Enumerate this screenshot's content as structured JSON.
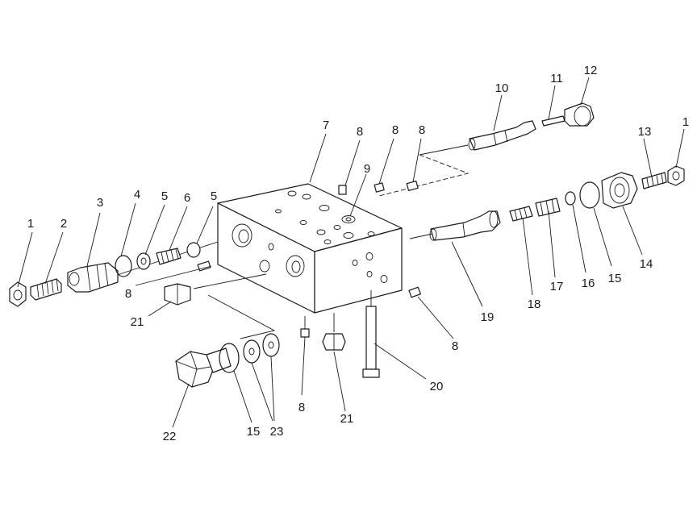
{
  "diagram": {
    "labels": [
      {
        "id": "1",
        "text": "1"
      },
      {
        "id": "2",
        "text": "2"
      },
      {
        "id": "3",
        "text": "3"
      },
      {
        "id": "4",
        "text": "4"
      },
      {
        "id": "5a",
        "text": "5"
      },
      {
        "id": "6",
        "text": "6"
      },
      {
        "id": "5b",
        "text": "5"
      },
      {
        "id": "7",
        "text": "7"
      },
      {
        "id": "8a",
        "text": "8"
      },
      {
        "id": "8b",
        "text": "8"
      },
      {
        "id": "8c",
        "text": "8"
      },
      {
        "id": "9",
        "text": "9"
      },
      {
        "id": "10",
        "text": "10"
      },
      {
        "id": "11",
        "text": "11"
      },
      {
        "id": "12",
        "text": "12"
      },
      {
        "id": "13",
        "text": "13"
      },
      {
        "id": "1b",
        "text": "1"
      },
      {
        "id": "14",
        "text": "14"
      },
      {
        "id": "15a",
        "text": "15"
      },
      {
        "id": "16",
        "text": "16"
      },
      {
        "id": "17",
        "text": "17"
      },
      {
        "id": "18",
        "text": "18"
      },
      {
        "id": "19",
        "text": "19"
      },
      {
        "id": "8d",
        "text": "8"
      },
      {
        "id": "8e",
        "text": "8"
      },
      {
        "id": "21a",
        "text": "21"
      },
      {
        "id": "20",
        "text": "20"
      },
      {
        "id": "21b",
        "text": "21"
      },
      {
        "id": "8f",
        "text": "8"
      },
      {
        "id": "22",
        "text": "22"
      },
      {
        "id": "15b",
        "text": "15"
      },
      {
        "id": "23",
        "text": "23"
      }
    ]
  }
}
